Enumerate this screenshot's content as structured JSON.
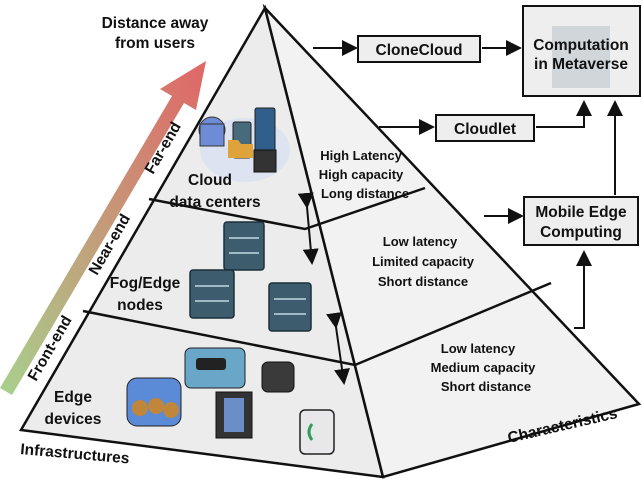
{
  "top_label": {
    "line1": "Distance away",
    "line2": "from users"
  },
  "gradient_arrow": {
    "front": "Front-end",
    "near": "Near-end",
    "far": "Far-end",
    "colors": {
      "start": "#a8d08d",
      "end": "#e06666"
    }
  },
  "layers": {
    "cloud": {
      "line1": "Cloud",
      "line2": "data centers",
      "char": [
        "High Latency",
        "High capacity",
        "Long distance"
      ]
    },
    "fog": {
      "line1": "Fog/Edge",
      "line2": "nodes",
      "char": [
        "Low latency",
        "Limited capacity",
        "Short distance"
      ]
    },
    "edge": {
      "line1": "Edge",
      "line2": "devices",
      "char": [
        "Low latency",
        "Medium capacity",
        "Short distance"
      ]
    }
  },
  "bottom_left_label": "Infrastructures",
  "bottom_right_label": "Characteristics",
  "boxes": {
    "clonecloud": "CloneCloud",
    "cloudlet": "Cloudlet",
    "computation": {
      "line1": "Computation",
      "line2": "in Metaverse"
    },
    "mec": {
      "line1": "Mobile Edge",
      "line2": "Computing"
    }
  },
  "colors": {
    "pyramid_face": "#ebebeb",
    "box_fill": "#eeeeee",
    "outline": "#111111"
  }
}
